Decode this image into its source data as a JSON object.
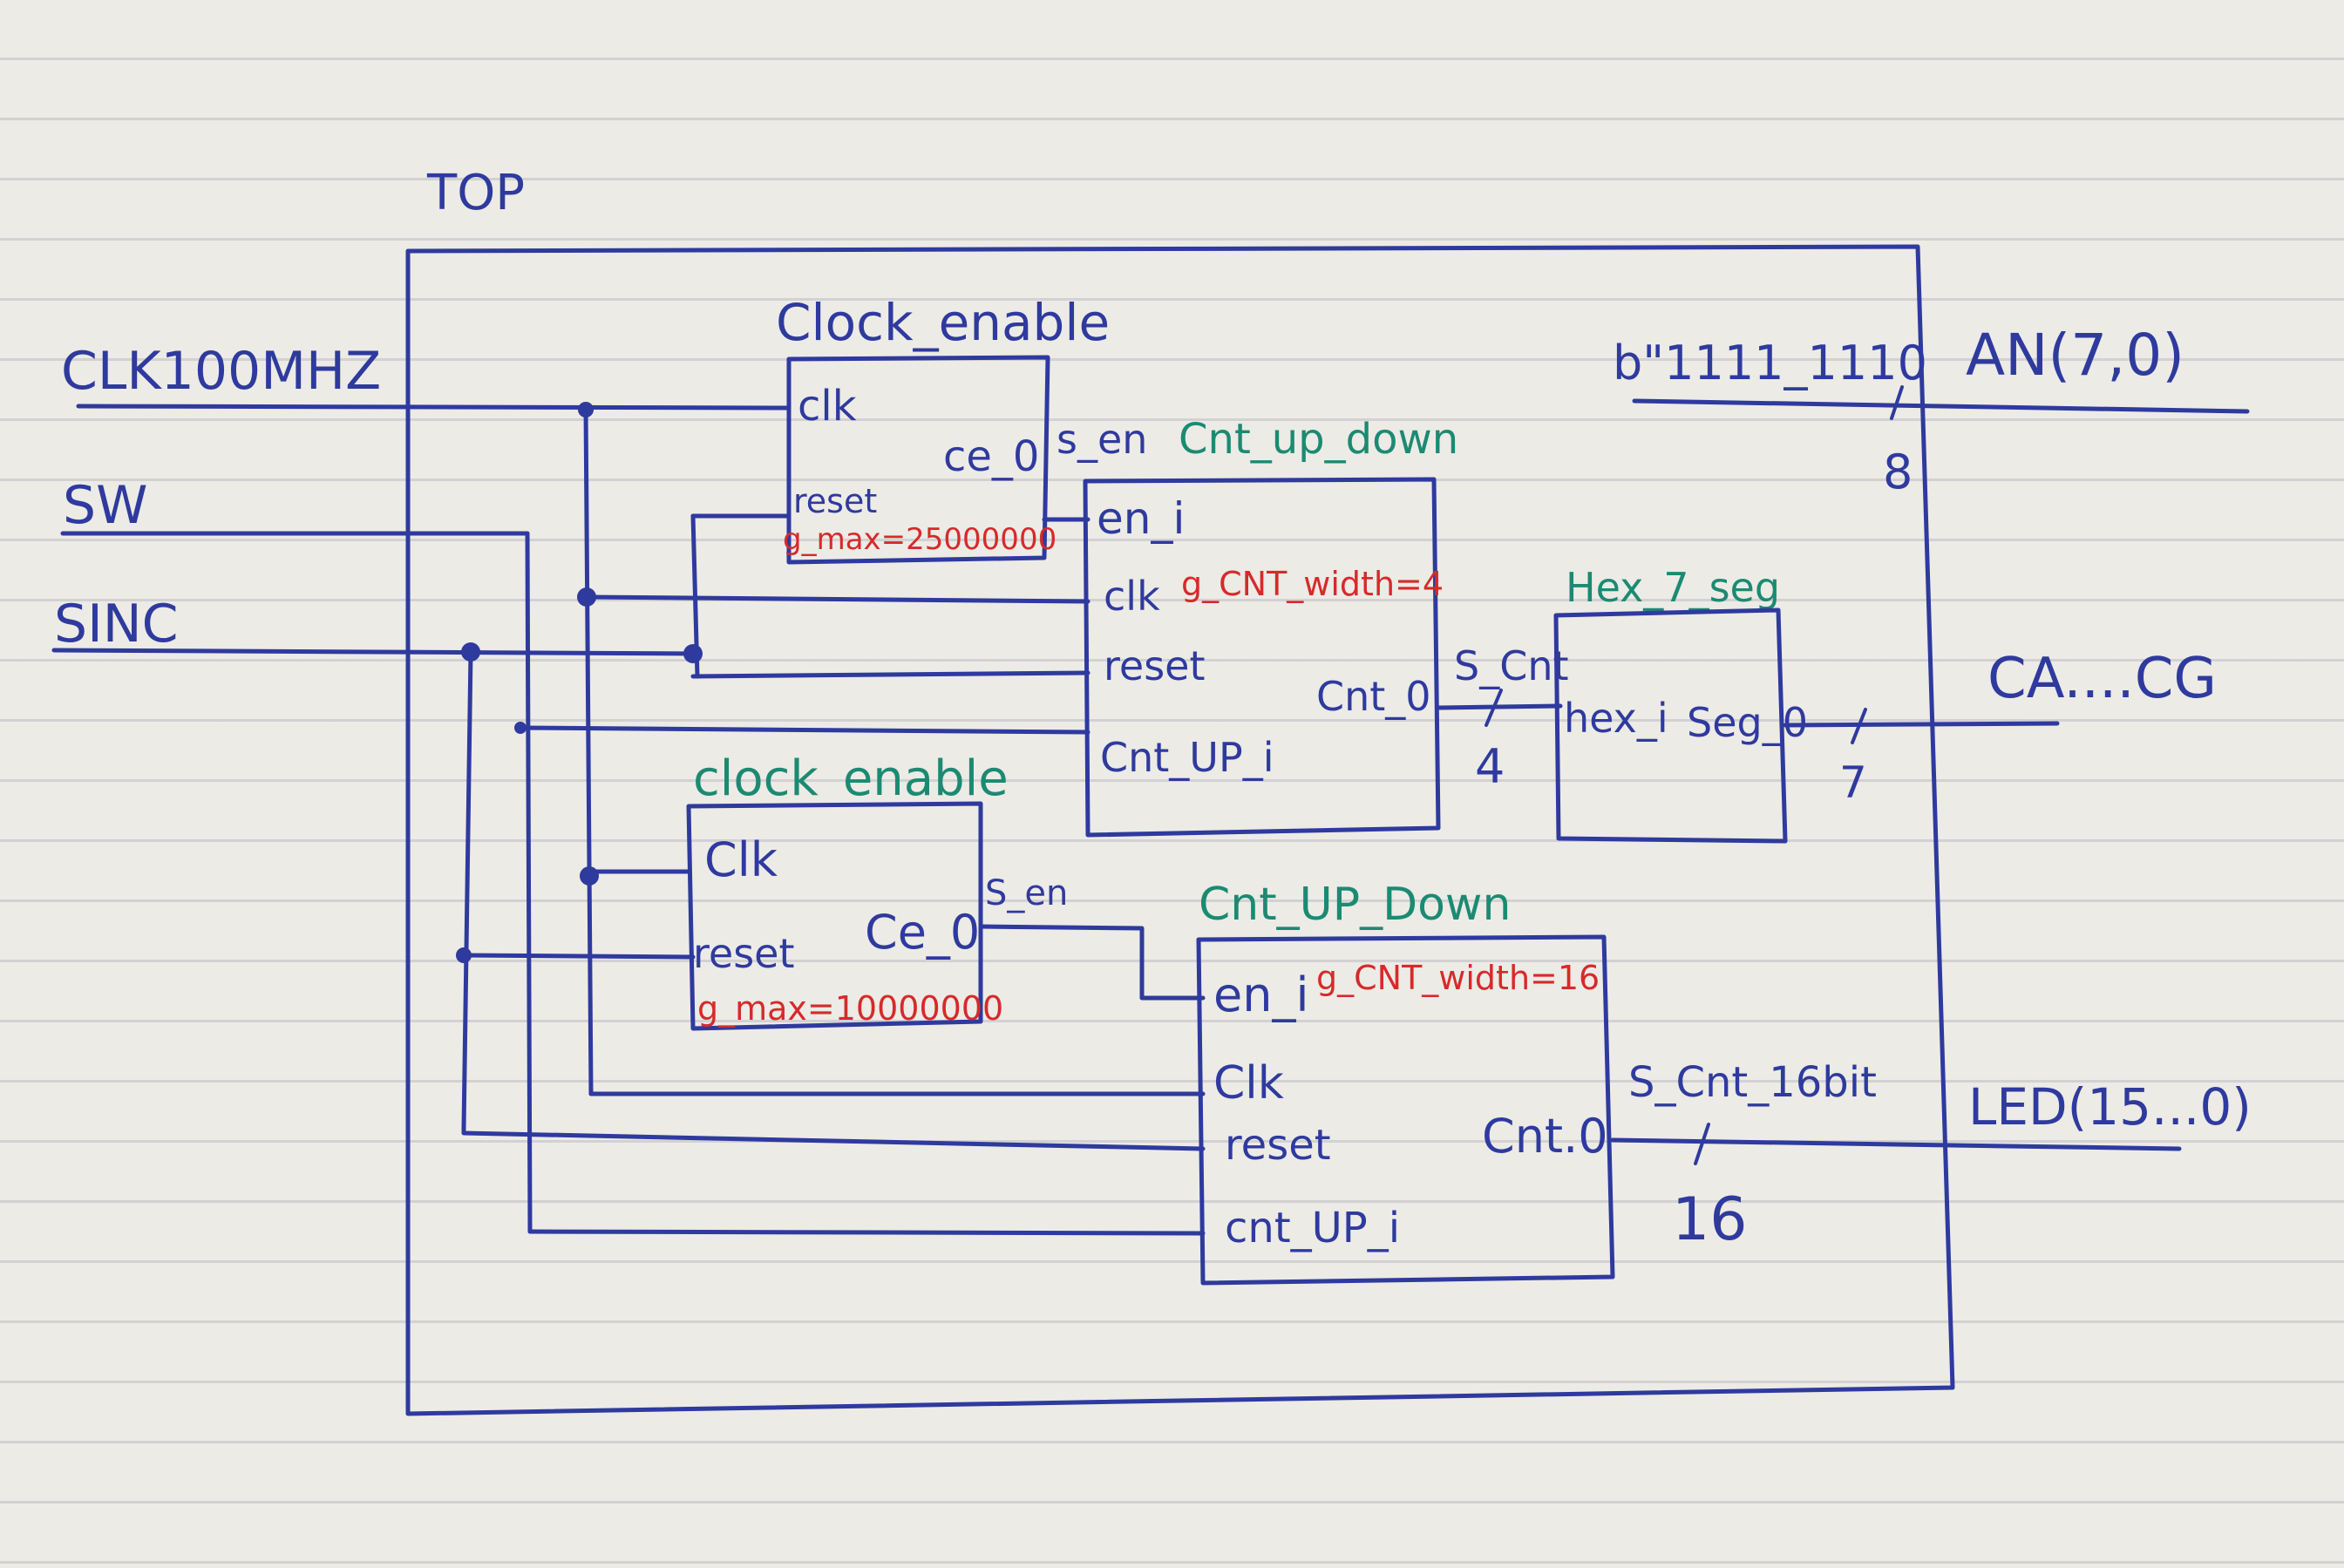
{
  "top_label": "TOP",
  "inputs": {
    "clk": "CLK100MHZ",
    "sw": "SW",
    "sinc": "SINC"
  },
  "outputs": {
    "an_value": "b\"1111_1110",
    "an": "AN(7,0)",
    "an_width": "8",
    "ca": "CA....CG",
    "ca_width": "7",
    "led": "LED(15...0)",
    "led_signal": "S_Cnt_16bit",
    "led_width": "16"
  },
  "clock_enable_1": {
    "title": "Clock_enable",
    "port_clk": "clk",
    "port_ce": "ce_0",
    "port_reset": "reset",
    "generic": "g_max=25000000"
  },
  "s_en_label": "s_en",
  "cnt_up_down_1": {
    "title": "Cnt_up_down",
    "port_en": "en_i",
    "port_clk": "clk",
    "generic": "g_CNT_width=4",
    "port_reset": "reset",
    "port_cnt_o": "Cnt_0",
    "port_cnt_up": "Cnt_UP_i"
  },
  "s_cnt_label": "S_Cnt",
  "s_cnt_width": "4",
  "hex_7_seg": {
    "title": "Hex_7_seg",
    "port_hex": "hex_i",
    "port_seg": "Seg_0"
  },
  "clock_enable_2": {
    "title": "clock_enable",
    "port_clk": "Clk",
    "port_ce": "Ce_0",
    "port_reset": "reset",
    "generic": "g_max=10000000",
    "s_en_label": "S_en"
  },
  "cnt_up_down_2": {
    "title": "Cnt_UP_Down",
    "port_en": "en_i",
    "generic": "g_CNT_width=16",
    "port_clk": "Clk",
    "port_reset": "reset",
    "port_cnt_o": "Cnt.0",
    "port_cnt_up": "cnt_UP_i"
  }
}
